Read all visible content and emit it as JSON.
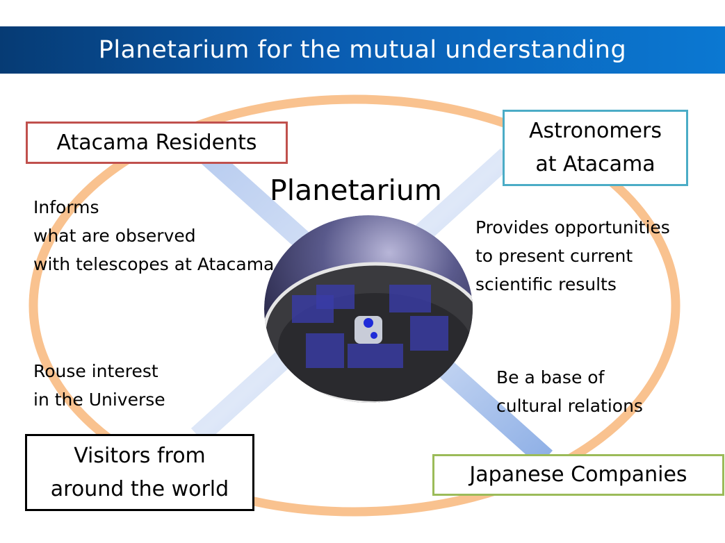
{
  "header": {
    "title": "Planetarium for the mutual understanding"
  },
  "center": {
    "label": "Planetarium"
  },
  "stakeholders": {
    "residents": "Atacama Residents",
    "astronomers": [
      "Astronomers",
      "at Atacama"
    ],
    "visitors": [
      "Visitors from",
      "around the world"
    ],
    "companies": "Japanese Companies"
  },
  "roles": {
    "informs": [
      "Informs",
      "what are observed",
      "with telescopes at Atacama"
    ],
    "provides": [
      "Provides opportunities",
      "to present current",
      "scientific results"
    ],
    "rouse": [
      "Rouse interest",
      "in the Universe"
    ],
    "base": [
      "Be a base of",
      "cultural relations"
    ]
  },
  "colors": {
    "ring": "#f9c28f",
    "band": "#9fb8e4",
    "residents_border": "#c0504d",
    "astronomers_border": "#4bacc6",
    "visitors_border": "#000000",
    "companies_border": "#9bbb59"
  }
}
